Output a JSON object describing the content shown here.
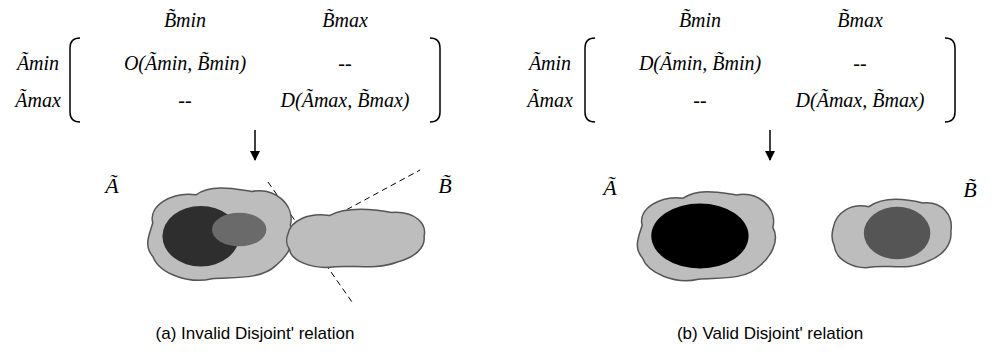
{
  "diagram": {
    "nodes": [
      {
        "text": [
          "Ã"
        ]
      },
      {
        "text": [
          "B̃"
        ]
      },
      {
        "text": [
          "Ã"
        ]
      },
      {
        "text": [
          "B̃"
        ]
      }
    ],
    "labels": [
      "B̃min",
      "B̃max",
      "Ãmin",
      "O(Ãmin, B̃min)",
      "--",
      "Ãmax",
      "--",
      "D(Ãmax, B̃max)",
      "(a) Invalid Disjoint' relation",
      "B̃min",
      "B̃max",
      "Ãmin",
      "D(Ãmin, B̃min)",
      "--",
      "Ãmax",
      "--",
      "D(Ãmax, B̃max)",
      "(b) Valid Disjoint' relation"
    ]
  }
}
